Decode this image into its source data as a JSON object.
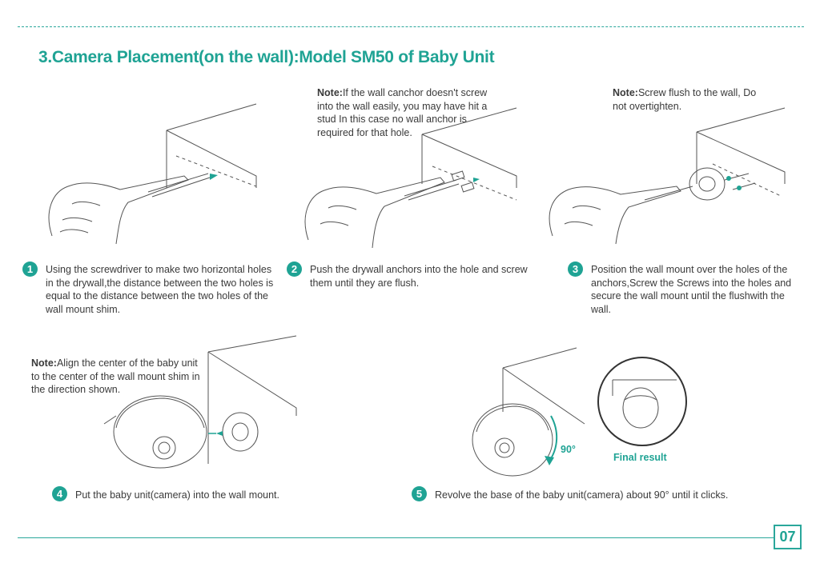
{
  "title": "3.Camera Placement(on the wall):Model SM50 of Baby Unit",
  "notes": {
    "anchor": {
      "label": "Note:",
      "text": "If the wall canchor doesn't screw into the wall easily, you may have hit a stud In this case no wall anchor is required for that hole."
    },
    "screw": {
      "label": "Note:",
      "text": "Screw flush to the wall, Do not overtighten."
    },
    "align": {
      "label": "Note:",
      "text": "Align the center of the baby unit to the center of the wall mount shim in the direction shown."
    }
  },
  "steps": [
    {
      "num": "1",
      "text": "Using the screwdriver to make two horizontal holes in the drywall,the distance between the two holes is equal to the distance between the two holes of the wall mount shim."
    },
    {
      "num": "2",
      "text": "Push the drywall anchors into the hole and screw them until they are flush."
    },
    {
      "num": "3",
      "text": "Position the wall mount over the holes of the anchors,Screw the Screws into the holes and secure the wall mount until the flushwith the wall."
    },
    {
      "num": "4",
      "text": "Put the baby unit(camera) into the wall mount."
    },
    {
      "num": "5",
      "text": "Revolve the base of the baby unit(camera) about 90° until it clicks."
    }
  ],
  "labels": {
    "degrees": "90°",
    "final_result": "Final result"
  },
  "page_number": "07",
  "colors": {
    "accent": "#1fa394",
    "text": "#3a3a3a",
    "line": "#555555"
  }
}
